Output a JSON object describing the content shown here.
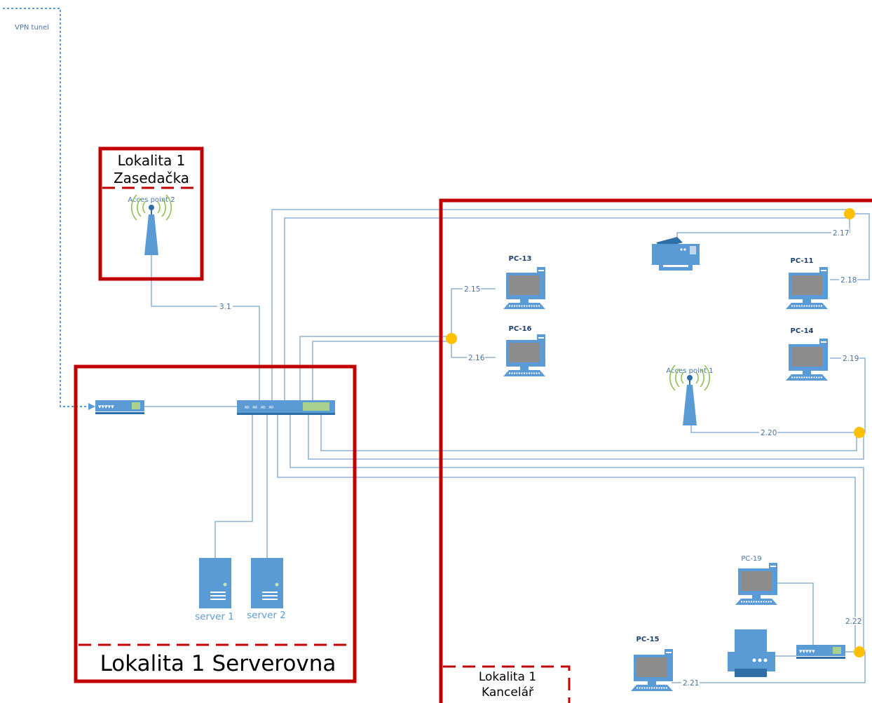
{
  "vpn": {
    "label": "VPN tunel"
  },
  "zones": {
    "zasedacka": {
      "line1": "Lokalita 1",
      "line2": "Zasedačka"
    },
    "serverovna": {
      "label": "Lokalita 1 Serverovna"
    },
    "kancelar": {
      "line1": "Lokalita 1",
      "line2": "Kancelář"
    }
  },
  "access_points": {
    "ap2": "Acces point 2",
    "ap1": "Acces point 1"
  },
  "computers": {
    "pc13": "PC-13",
    "pc16": "PC-16",
    "pc11": "PC-11",
    "pc14": "PC-14",
    "pc19": "PC-19",
    "pc15": "PC-15"
  },
  "servers": {
    "s1": "server 1",
    "s2": "server 2"
  },
  "links": {
    "l31": "3.1",
    "l215": "2.15",
    "l216": "2.16",
    "l217": "2.17",
    "l218": "2.18",
    "l219": "2.19",
    "l220": "2.20",
    "l221": "2.21",
    "l222": "2.22"
  },
  "colors": {
    "zone_border": "#c00000",
    "wire": "#7ba4c9",
    "device": "#5b9bd5",
    "hub_dot": "#ffc000",
    "wifi_wave": "#8cc152"
  }
}
